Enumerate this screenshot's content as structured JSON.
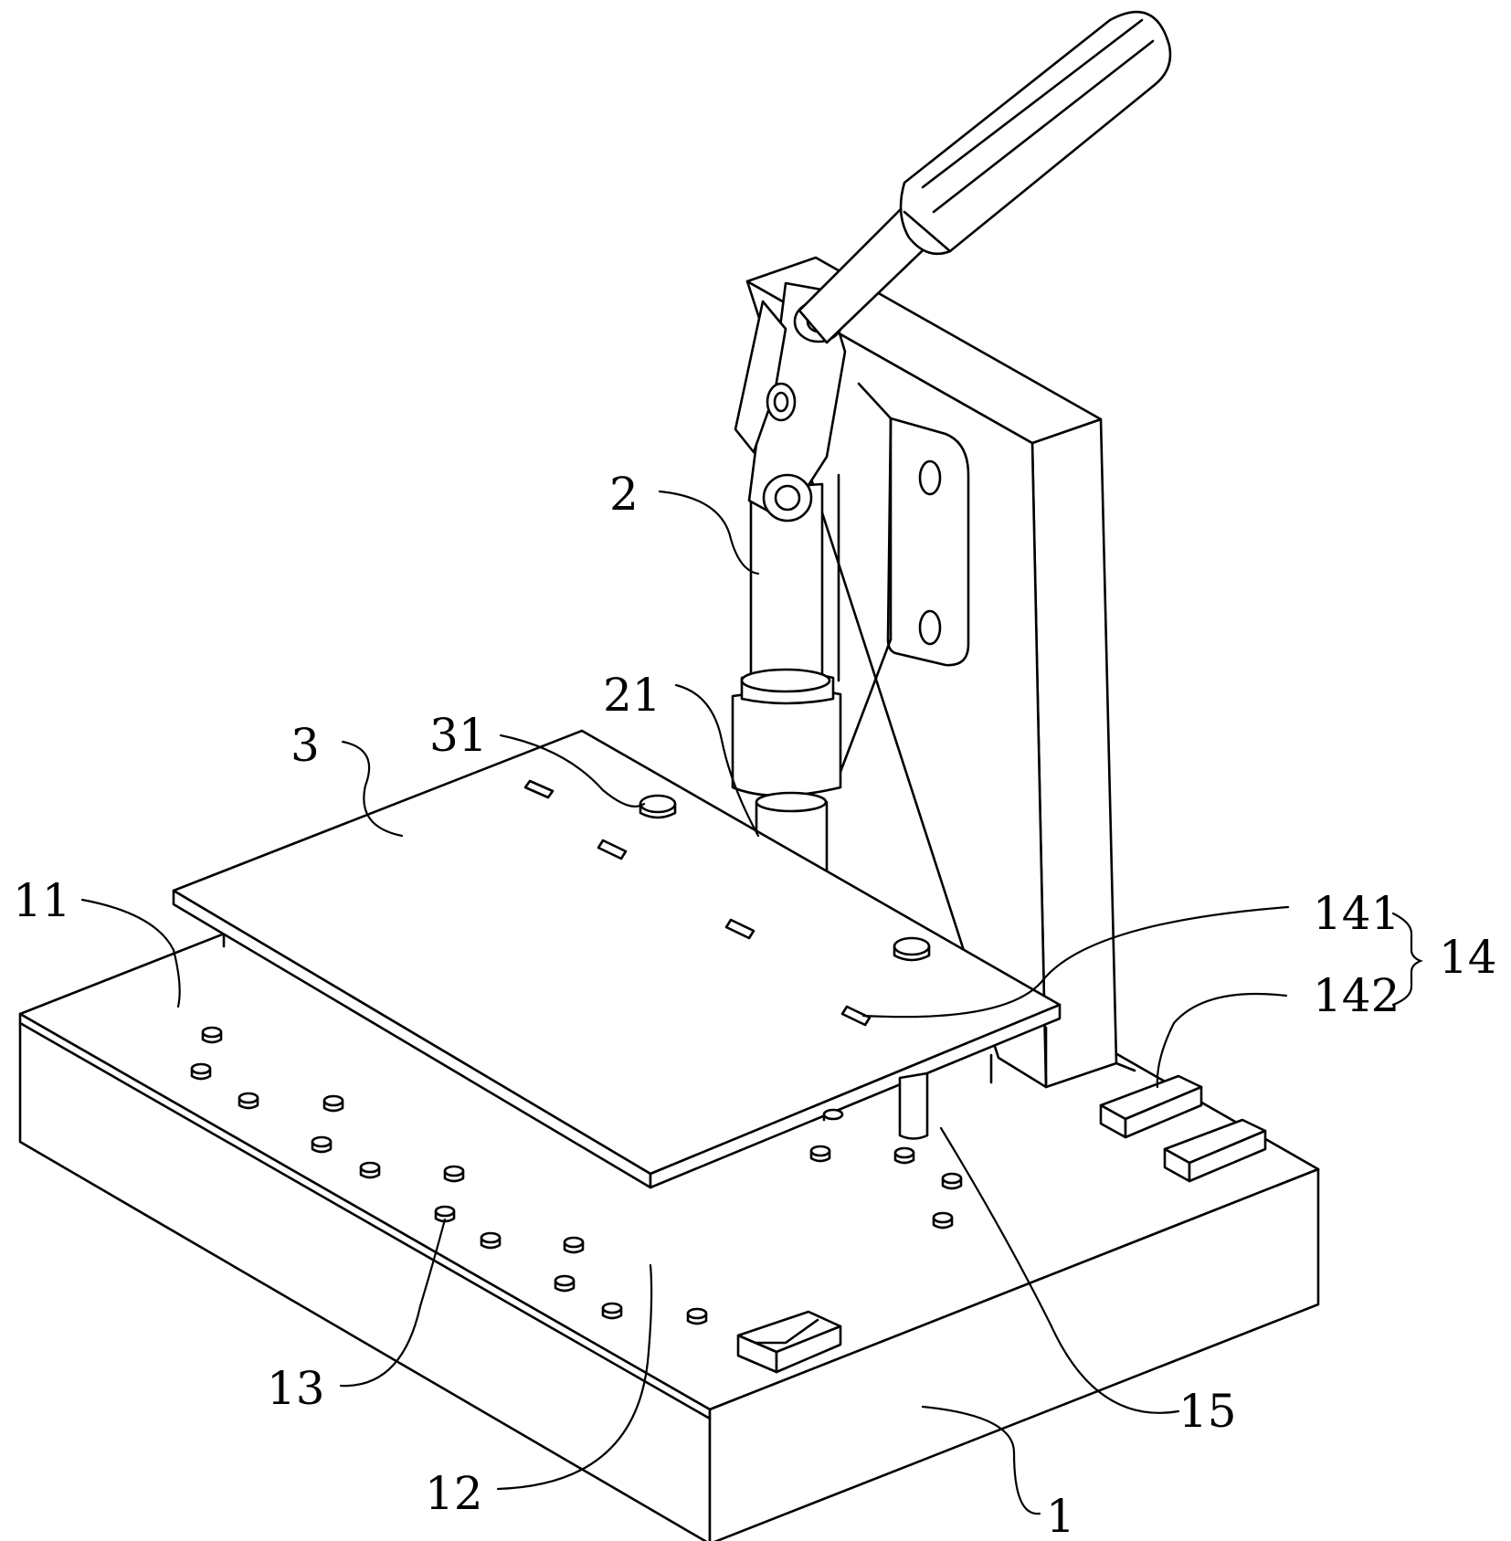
{
  "labels": {
    "base": "1",
    "pressing_mechanism": "2",
    "press_head": "21",
    "workpiece_plate": "3",
    "plate_boss": "31",
    "zone_a": "11",
    "zone_b": "12",
    "locating_pin": "13",
    "sensor_group": "14",
    "sensor_a": "141",
    "sensor_b": "142",
    "support_column": "15"
  }
}
